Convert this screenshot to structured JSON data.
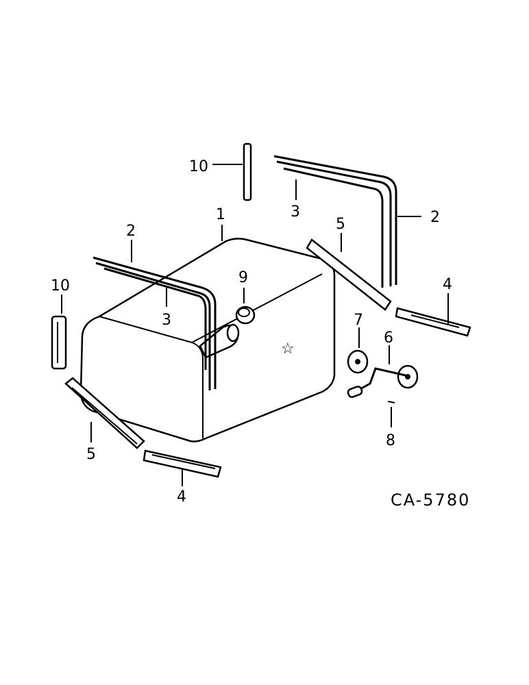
{
  "diagram": {
    "drawing_code": "CA-5780",
    "callouts": {
      "tank": "1",
      "strap_upper_right": "2",
      "strap_upper_left": "2",
      "insulator_upper_right": "3",
      "insulator_upper_left": "3",
      "support_right": "4",
      "support_lower": "4",
      "pad_right": "5",
      "pad_lower_left": "5",
      "sender_unit": "6",
      "gasket": "7",
      "screw": "8",
      "cap": "9",
      "bolt_top": "10",
      "bolt_left": "10"
    }
  }
}
